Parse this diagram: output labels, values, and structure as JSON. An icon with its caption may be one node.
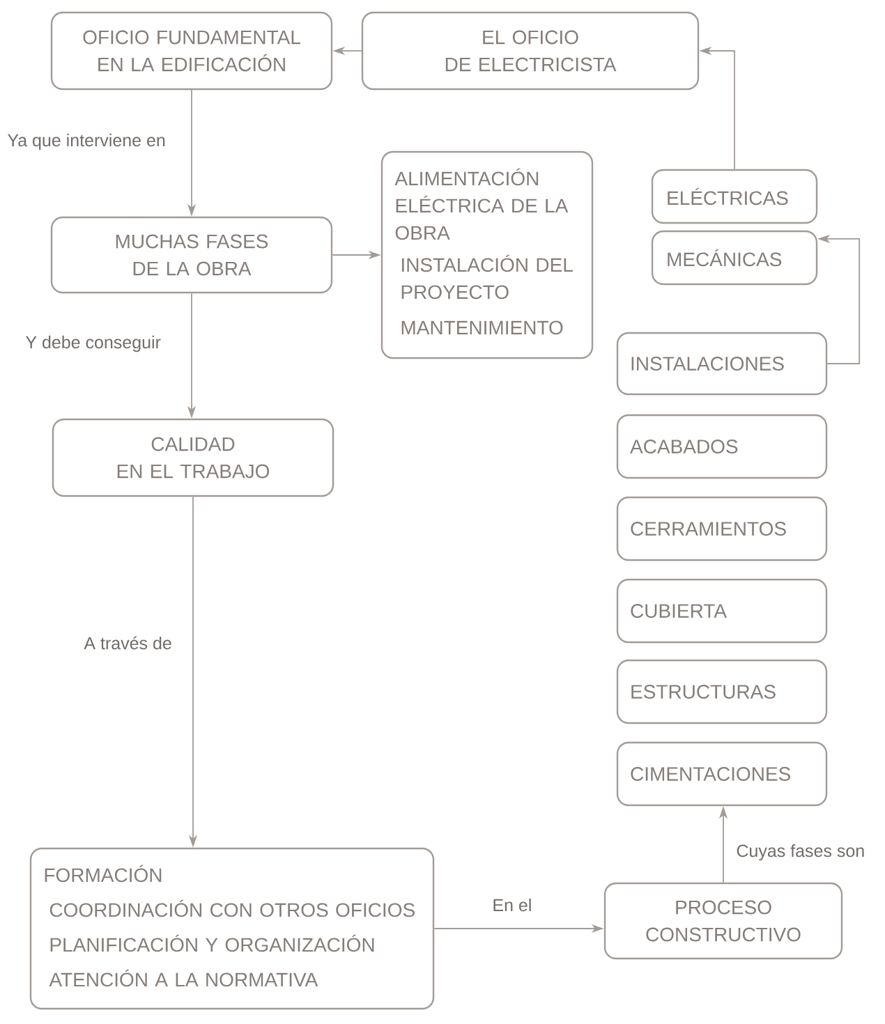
{
  "diagram": {
    "nodes": [
      {
        "text": [
          "OFICIO FUNDAMENTAL EN LA EDIFICACIÓN"
        ]
      },
      {
        "text": [
          "EL OFICIO DE ELECTRICISTA"
        ]
      },
      {
        "text": [
          "MUCHAS FASES DE LA OBRA"
        ]
      },
      {
        "text": [
          "ALIMENTACIÓN ELÉCTRICA DE LA OBRA",
          "INSTALACIÓN DEL PROYECTO",
          "MANTENIMIENTO"
        ]
      },
      {
        "text": [
          "ELÉCTRICAS"
        ]
      },
      {
        "text": [
          "MECÁNICAS"
        ]
      },
      {
        "text": [
          "INSTALACIONES"
        ]
      },
      {
        "text": [
          "CALIDAD EN EL TRABAJO"
        ]
      },
      {
        "text": [
          "ACABADOS"
        ]
      },
      {
        "text": [
          "CERRAMIENTOS"
        ]
      },
      {
        "text": [
          "CUBIERTA"
        ]
      },
      {
        "text": [
          "ESTRUCTURAS"
        ]
      },
      {
        "text": [
          "CIMENTACIONES"
        ]
      },
      {
        "text": [
          "FORMACIÓN",
          "COORDINACIÓN CON OTROS OFICIOS",
          "PLANIFICACIÓN Y ORGANIZACIÓN",
          "ATENCIÓN A LA NORMATIVA"
        ]
      },
      {
        "text": [
          "PROCESO CONSTRUCTIVO"
        ]
      }
    ],
    "edges": [
      {
        "from": 1,
        "to": 0,
        "arrow": "to"
      },
      {
        "from": 0,
        "to": 2,
        "arrow": "to",
        "label": "Ya que interviene en"
      },
      {
        "from": 2,
        "to": 3,
        "arrow": "to"
      },
      {
        "from": 2,
        "to": 7,
        "arrow": "to",
        "label": "Y debe conseguir"
      },
      {
        "from": 7,
        "to": 13,
        "arrow": "to",
        "label": "A través de"
      },
      {
        "from": 13,
        "to": 14,
        "arrow": "to",
        "label": "En el"
      },
      {
        "from": 14,
        "to": 12,
        "arrow": "to",
        "label": "Cuyas fases son"
      },
      {
        "from": 6,
        "to": 5,
        "arrow": "to"
      },
      {
        "from": 4,
        "to": 1,
        "arrow": "to"
      }
    ]
  }
}
